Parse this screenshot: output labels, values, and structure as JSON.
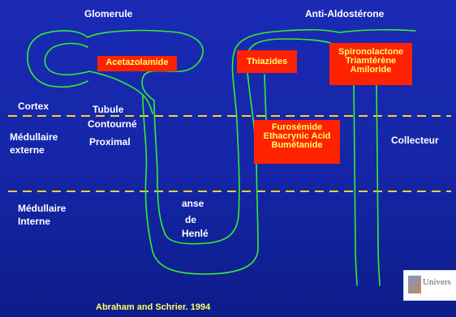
{
  "headings": {
    "left": "Glomerule",
    "right": "Anti-Aldostérone"
  },
  "zones": {
    "cortex": "Cortex",
    "medullaire_externe": [
      "Médullaire",
      "externe"
    ],
    "medullaire_interne": [
      "Médullaire",
      "Interne"
    ]
  },
  "tubule_labels": {
    "tcp": [
      "Tubule",
      "Contourné",
      "Proximal"
    ],
    "anse": [
      "anse",
      "de",
      "Henlé"
    ],
    "collecteur": "Collecteur"
  },
  "drug_boxes": {
    "proximal": [
      "Acetazolamide"
    ],
    "distal": [
      "Thiazides"
    ],
    "collecteur": [
      "Spironolactone",
      "Triamtérène",
      "Amiloride"
    ],
    "anse": [
      "Furosémide",
      "Ethacrynic Acid",
      "Bumétanide"
    ]
  },
  "citation": "Abraham and Schrier. 1994",
  "colors": {
    "background": "#1426a6",
    "tubule": "#33ee33",
    "divider": "#ffcc33",
    "box": "#ff2200",
    "box_text": "#ffff66",
    "text": "#ffffff"
  },
  "logo": {
    "text": "Univers"
  }
}
